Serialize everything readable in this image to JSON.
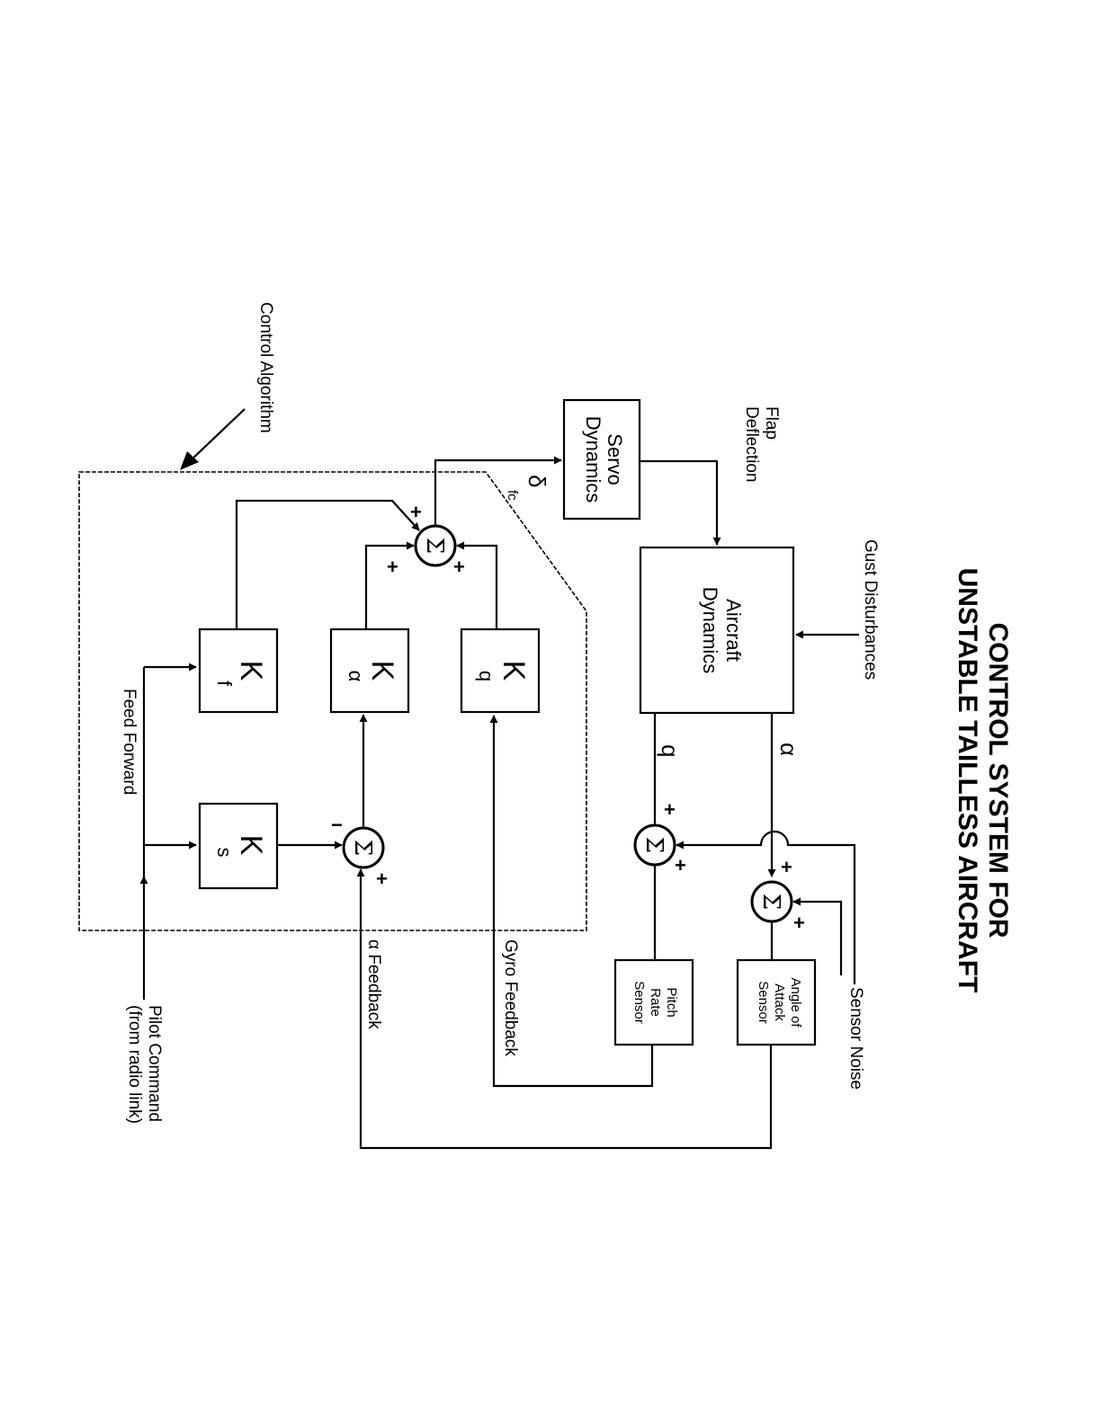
{
  "title": {
    "line1": "CONTROL SYSTEM FOR",
    "line2": "UNSTABLE TAILLESS AIRCRAFT"
  },
  "orientation": "rotated 90° clockwise (text reads top-to-bottom)",
  "blocks": {
    "servo": {
      "line1": "Servo",
      "line2": "Dynamics"
    },
    "aircraft": {
      "line1": "Aircraft",
      "line2": "Dynamics"
    },
    "pitch_rate_sensor": {
      "line1": "Pitch",
      "line2": "Rate",
      "line3": "Sensor"
    },
    "aoa_sensor": {
      "line1": "Angle of",
      "line2": "Attack",
      "line3": "Sensor"
    },
    "kf": {
      "main": "K",
      "sub": "f"
    },
    "kalpha": {
      "main": "K",
      "sub": "α"
    },
    "kq": {
      "main": "K",
      "sub": "q"
    },
    "ks": {
      "main": "K",
      "sub": "s"
    }
  },
  "summing_junctions": {
    "symbol": "Σ",
    "main_sum": {
      "signs": [
        "+",
        "+",
        "+"
      ]
    },
    "alpha_error_sum": {
      "signs": [
        "−",
        "+"
      ]
    },
    "q_noise_sum": {
      "signs": [
        "+",
        "+"
      ]
    },
    "alpha_noise_sum": {
      "signs": [
        "+",
        "+"
      ]
    }
  },
  "labels": {
    "flap_line1": "Flap",
    "flap_line2": "Deflection",
    "gust": "Gust Disturbances",
    "delta_main": "δ",
    "delta_sub": "fc",
    "q": "q",
    "alpha": "α",
    "sensor_noise": "Sensor Noise",
    "control_algorithm": "Control Algorithm",
    "feed_forward": "Feed Forward",
    "gyro_feedback": "Gyro Feedback",
    "alpha_feedback": "α Feedback",
    "pilot_line1": "Pilot Command",
    "pilot_line2": "(from radio link)"
  }
}
